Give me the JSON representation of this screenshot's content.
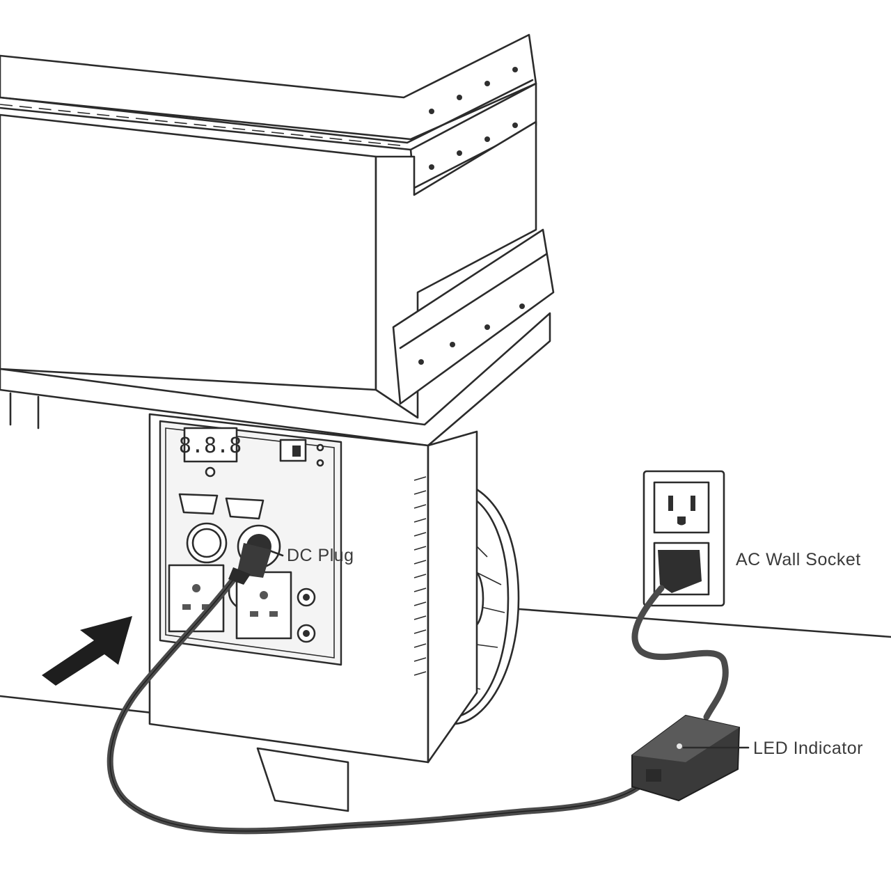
{
  "labels": {
    "dc_plug": "DC Plug",
    "ac_wall_socket": "AC Wall Socket",
    "led_indicator": "LED Indicator"
  },
  "display": {
    "readout": "8.8.8"
  },
  "colors": {
    "line": "#2b2b2b",
    "cable": "#4a4a4a",
    "adapter": "#3a3a3a",
    "arrow": "#1e1e1e"
  }
}
